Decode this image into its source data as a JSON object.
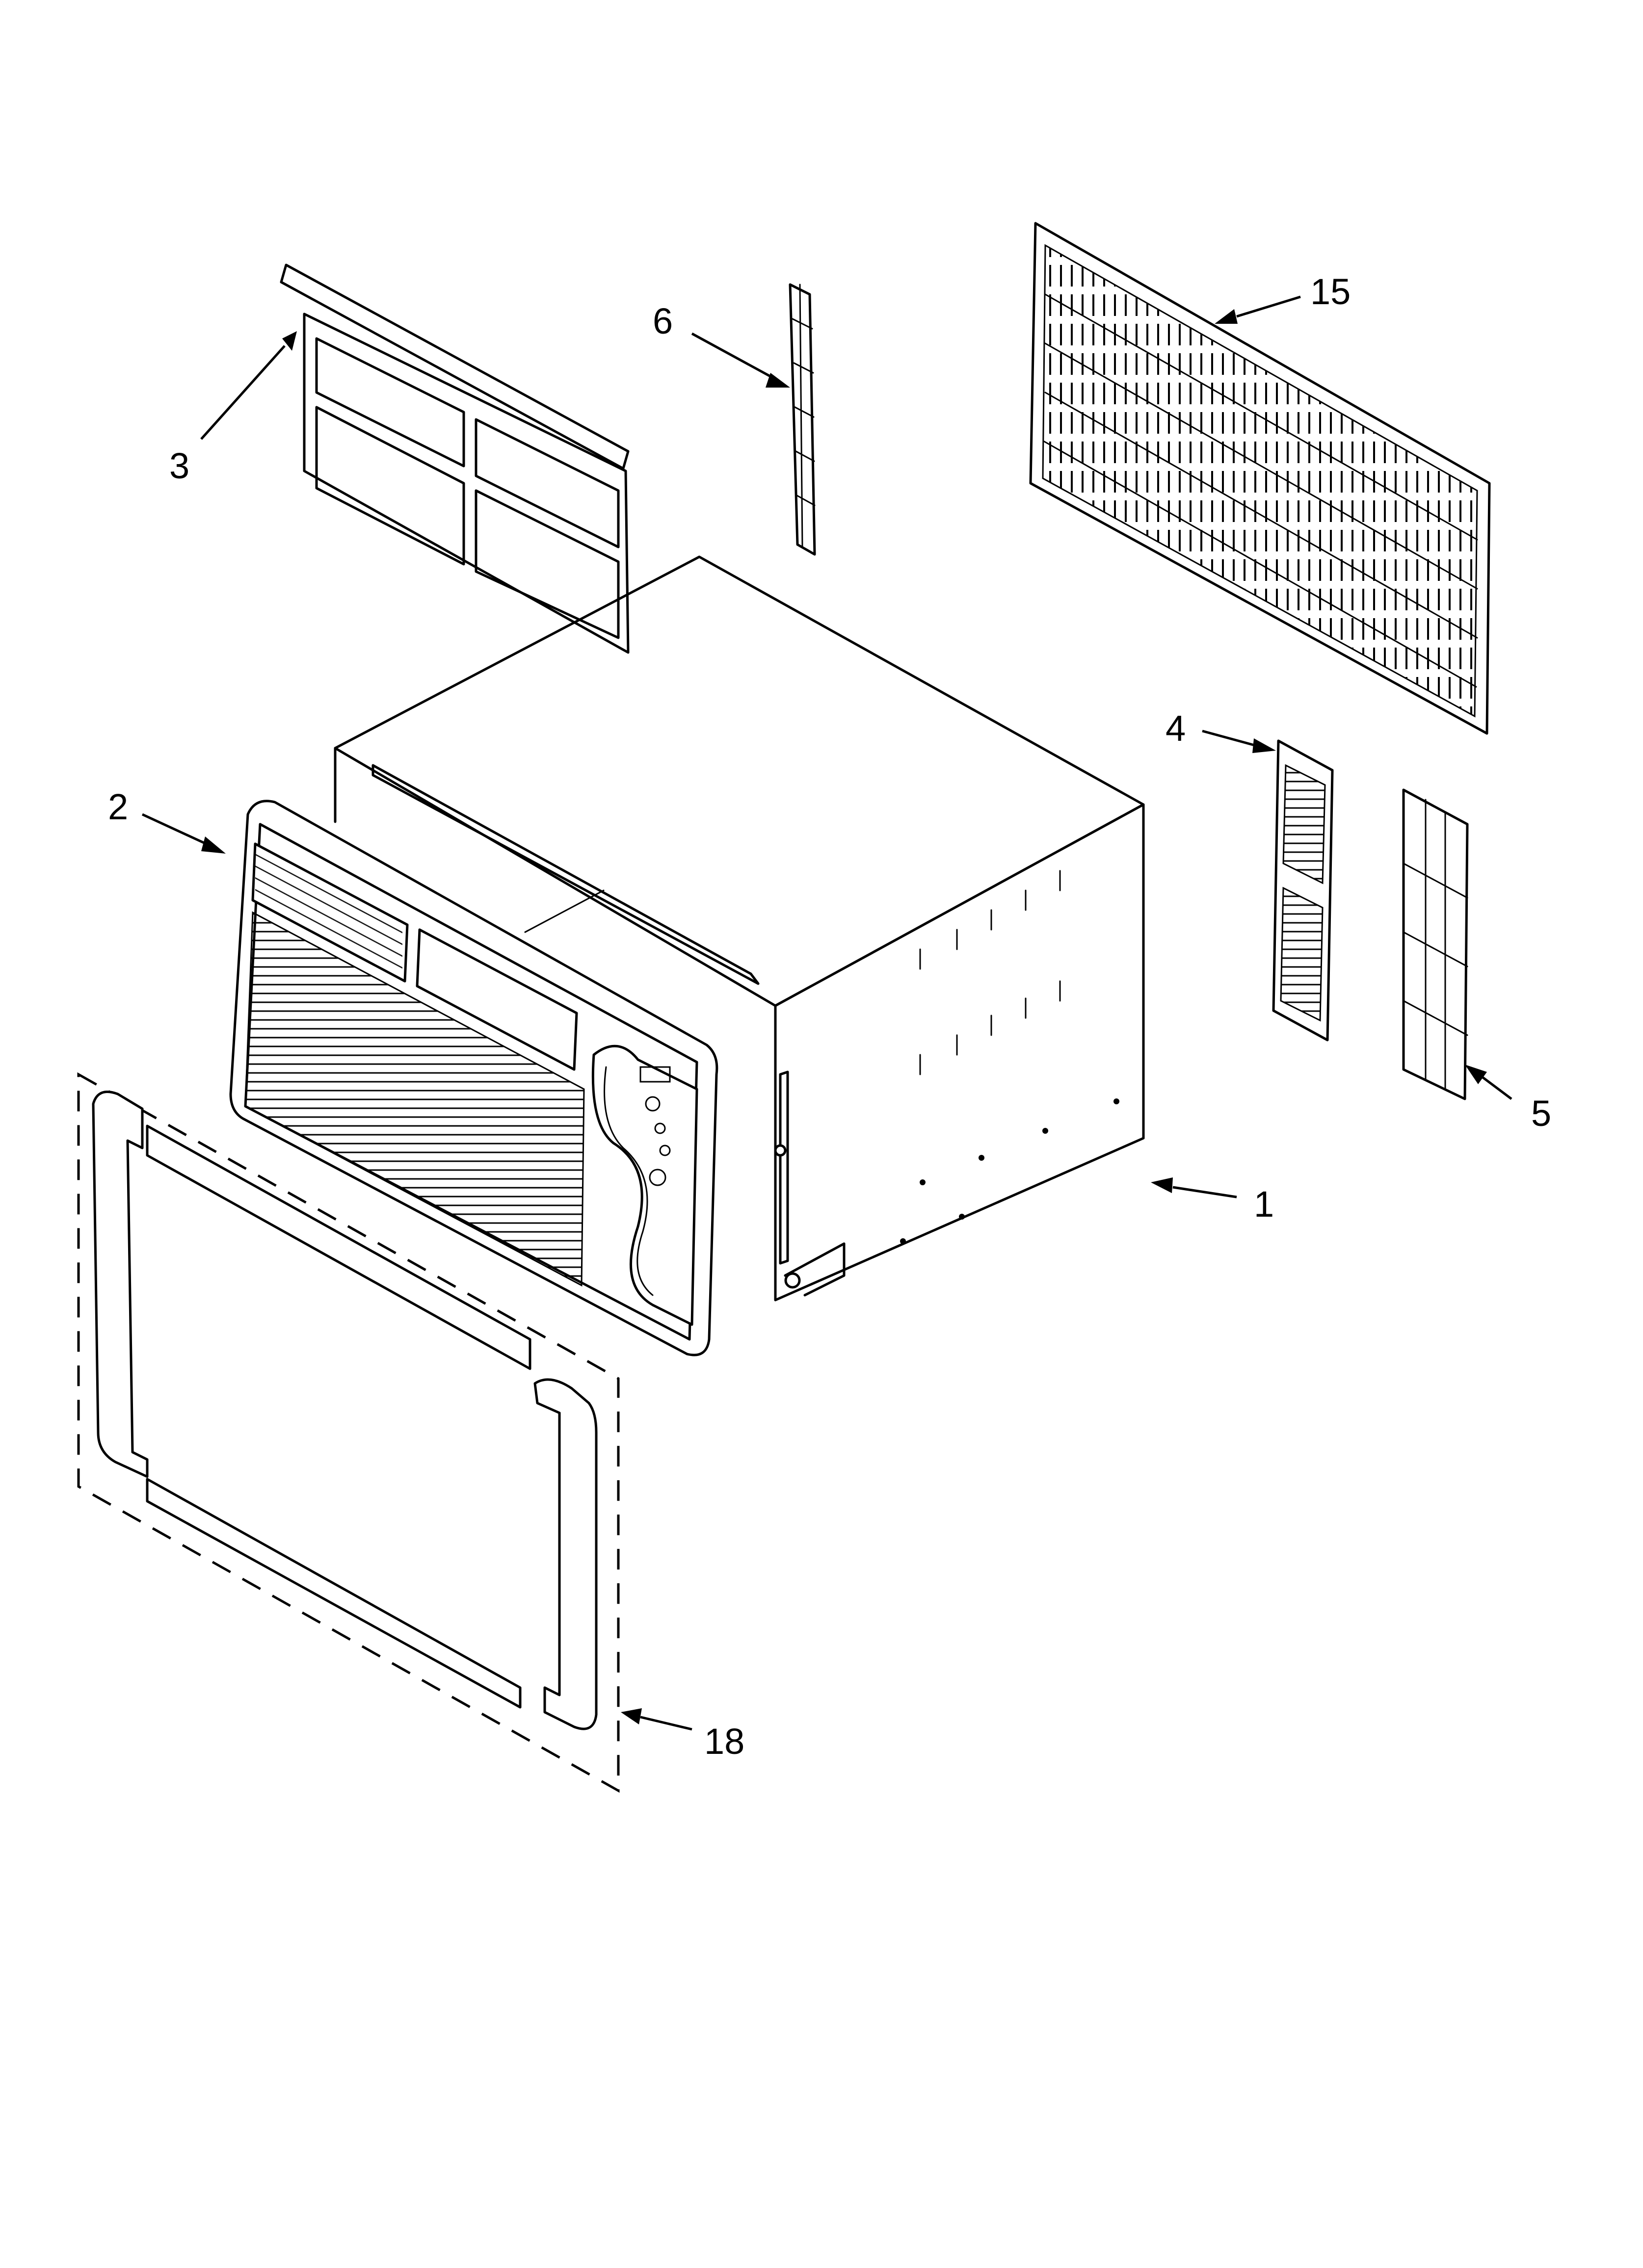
{
  "callouts": {
    "c1": "1",
    "c2": "2",
    "c3": "3",
    "c4": "4",
    "c5": "5",
    "c6": "6",
    "c15": "15",
    "c18": "18"
  }
}
